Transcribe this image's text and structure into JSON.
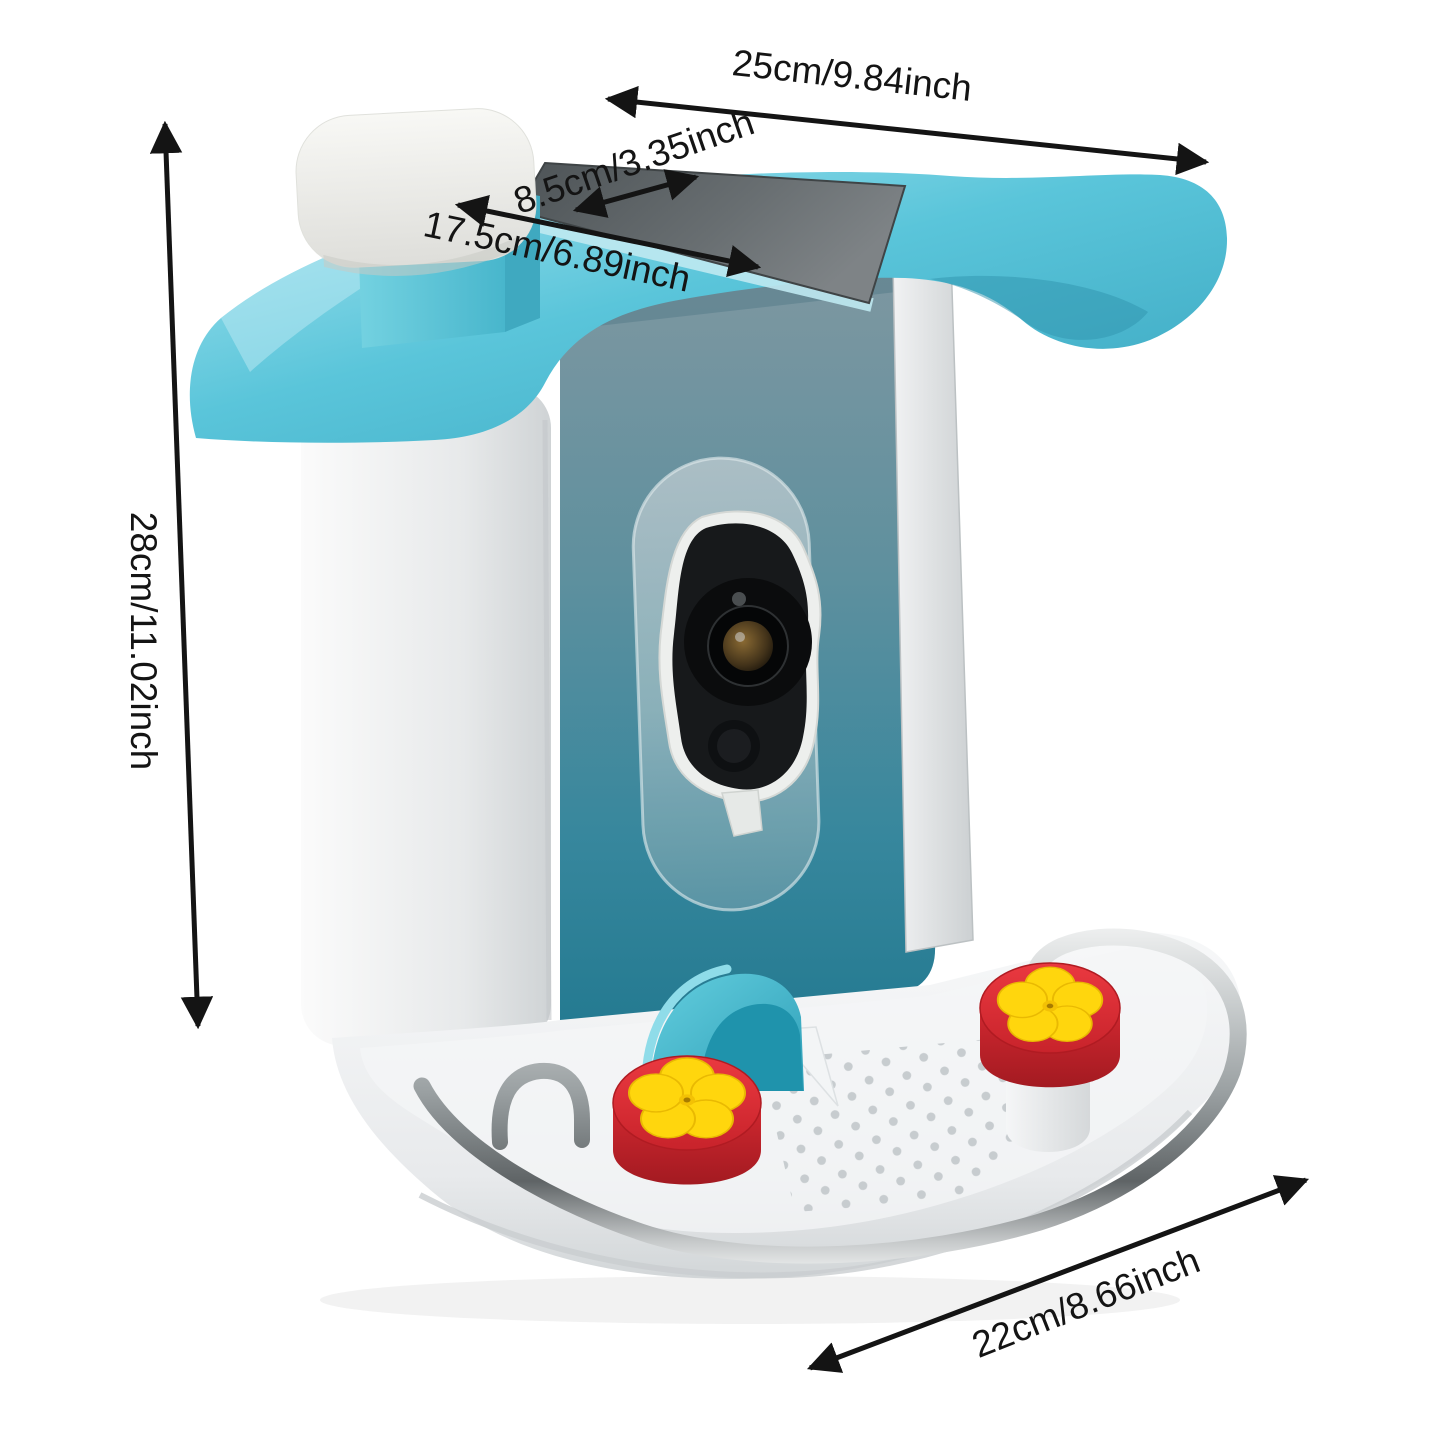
{
  "image": {
    "kind": "product-dimension-photo",
    "background": "#ffffff"
  },
  "labels": {
    "top_width": "25cm/9.84inch",
    "solar_panel_width": "8.5cm/3.35inch",
    "roof_depth": "17.5cm/6.89inch",
    "height": "28cm/11.02inch",
    "base_width": "22cm/8.66inch"
  },
  "colors": {
    "annotation_black": "#141414",
    "roof_cyan": "#5ac5da",
    "roof_deep_cyan": "#37a8c2",
    "wall_teal": "#2f8ba1",
    "body_white": "#f2f3f4",
    "solar_gray": "#5b6164",
    "port_red": "#d8262e",
    "flower_yellow": "#ffd60d",
    "chrome_gray": "#9aa0a2",
    "camera_black": "#17191b"
  }
}
